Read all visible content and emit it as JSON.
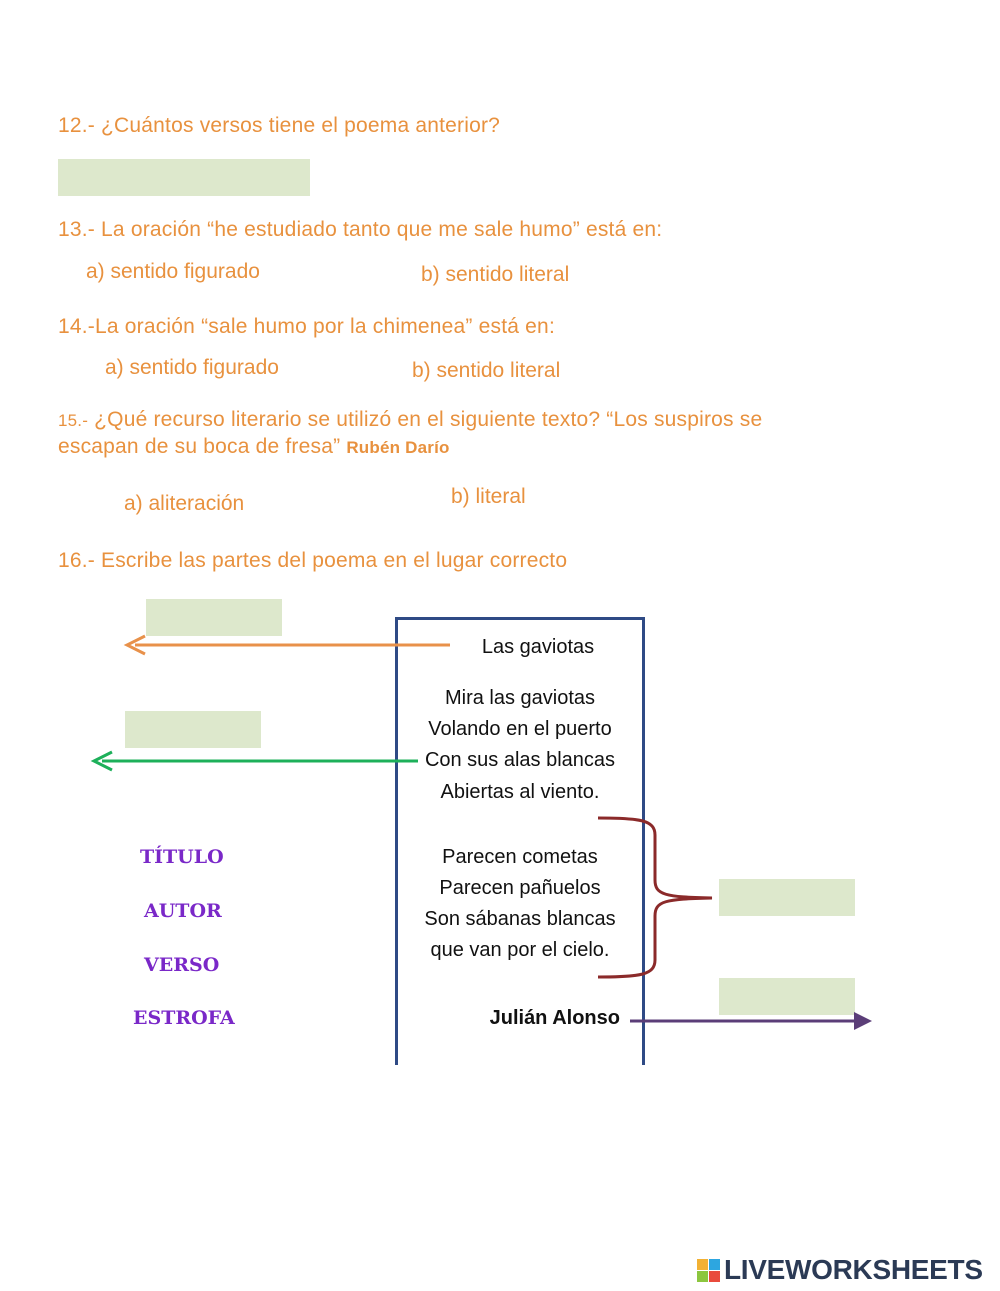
{
  "questions": {
    "q12": "12.- ¿Cuántos versos tiene el poema anterior?",
    "q13": "13.- La oración “he estudiado tanto que me sale humo” está en:",
    "q13_a": "a) sentido figurado",
    "q13_b": "b) sentido literal",
    "q14": "14.-La oración “sale humo por la chimenea” está en:",
    "q14_a": "a) sentido figurado",
    "q14_b": "b) sentido literal",
    "q15_num": "15.-",
    "q15_line1": " ¿Qué recurso literario se utilizó en el siguiente  texto? “Los suspiros se",
    "q15_line2": "escapan de su boca de fresa”",
    "q15_author": "Rubén Darío",
    "q15_a": "a) aliteración",
    "q15_b": "b) literal",
    "q16": "16.- Escribe las partes del poema en el lugar correcto"
  },
  "answers": {
    "q12": "",
    "title_box": "",
    "verse_box": "",
    "stanza_box": "",
    "author_box": ""
  },
  "poem": {
    "title": "Las gaviotas",
    "stanza1": [
      "Mira las gaviotas",
      "Volando en el puerto",
      "Con sus alas blancas",
      "Abiertas al viento."
    ],
    "stanza2": [
      "Parecen cometas",
      "Parecen pañuelos",
      "Son sábanas blancas",
      "que van por el cielo."
    ],
    "author": "Julián Alonso"
  },
  "labels": [
    "TÍTULO",
    "AUTOR",
    "VERSO",
    "ESTROFA"
  ],
  "brand": {
    "logo_letters": [
      "L",
      "I",
      "V",
      "E"
    ],
    "name": "LIVEWORKSHEETS"
  },
  "colors": {
    "question_text": "#E8913E",
    "answer_box": "#DDE8CC",
    "poem_frame": "#2F4A85",
    "label_text": "#7A28C8",
    "arrow_title": "#E8914A",
    "arrow_verse": "#1DB05A",
    "brace_stanza": "#8B2A2A",
    "arrow_author": "#5B3E78",
    "logo_blocks": [
      "#F2B134",
      "#2DA6E0",
      "#8CC63F",
      "#E94B3C"
    ]
  }
}
